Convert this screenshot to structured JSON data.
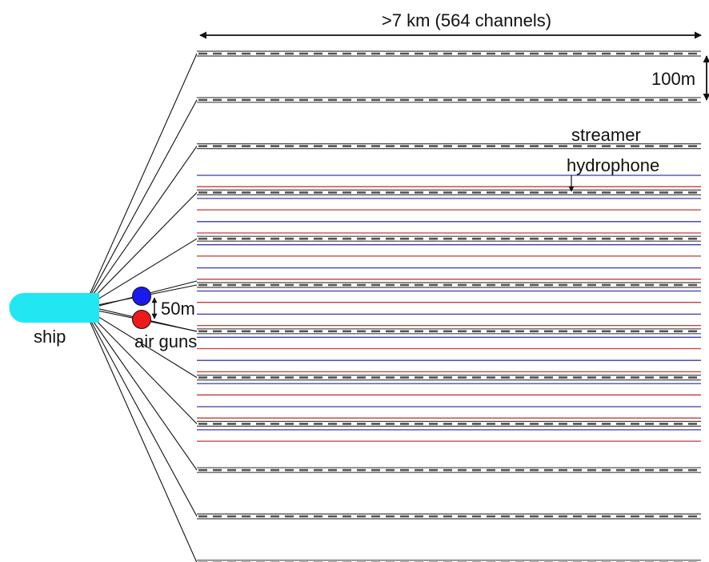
{
  "labels": {
    "length": ">7 km (564 channels)",
    "streamer_spacing": "100m",
    "streamer": "streamer",
    "hydrophone": "hydrophone",
    "gun_spacing": "50m",
    "ship": "ship",
    "air_guns": "air guns"
  },
  "colors": {
    "ship": "#22e6f2",
    "gun_top": "#1a1aee",
    "gun_bottom": "#ee1a1a",
    "line_blue": "#3a3aaa",
    "line_red": "#c43a3a",
    "streamer": "#444444"
  },
  "streamer_count": 12,
  "cmp_line_pairs": 12
}
